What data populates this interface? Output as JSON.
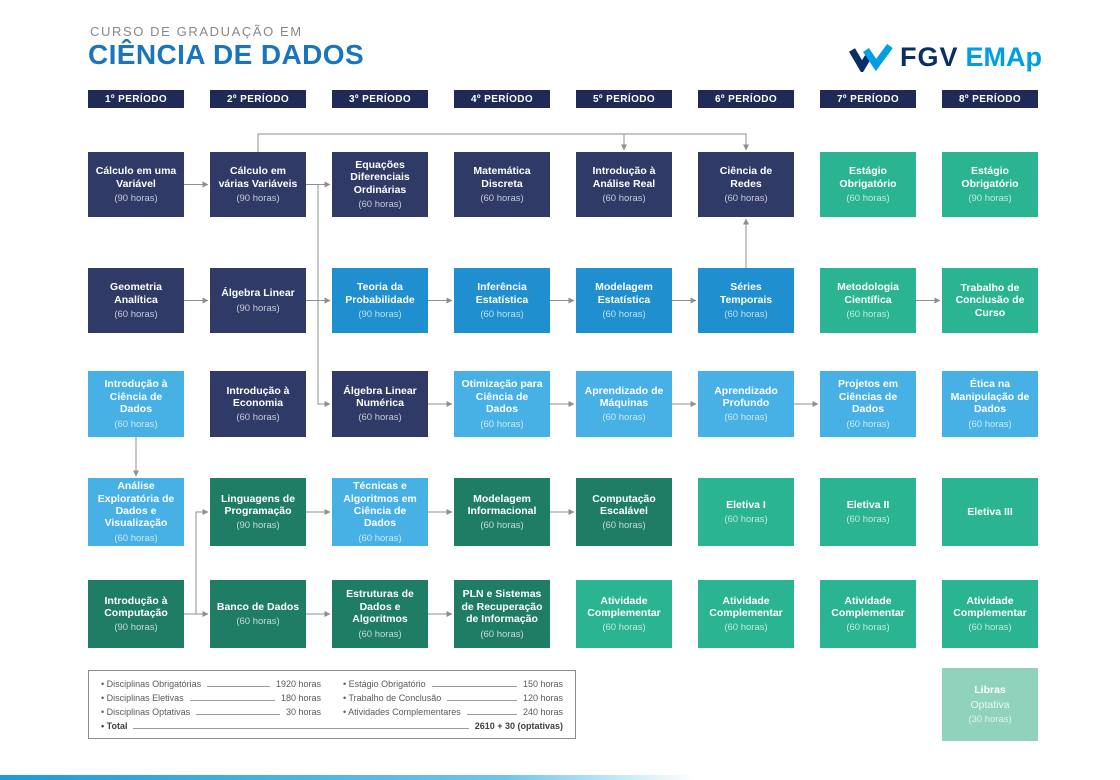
{
  "header": {
    "kicker": "CURSO DE GRADUAÇÃO EM",
    "title": "CIÊNCIA DE DADOS",
    "logo_fgv": "FGV",
    "logo_emap": "EMAp"
  },
  "periods": [
    "1º PERÍODO",
    "2º PERÍODO",
    "3º PERÍODO",
    "4º PERÍODO",
    "5º PERÍODO",
    "6º PERÍODO",
    "7º PERÍODO",
    "8º PERÍODO"
  ],
  "colors": {
    "navy": "#303A66",
    "blue": "#1F8FD0",
    "lightblue": "#47B0E5",
    "teal": "#1F7D66",
    "green": "#2AB491",
    "lightgreen": "#8FD3BD",
    "period": "#1F2A56",
    "title_blue": "#1B75BC",
    "arrow": "#8B9094"
  },
  "courses": [
    {
      "id": "calc1",
      "col": 0,
      "row": 0,
      "color": "navy",
      "title": "Cálculo em uma Variável",
      "hours": "(90 horas)"
    },
    {
      "id": "calc2",
      "col": 1,
      "row": 0,
      "color": "navy",
      "title": "Cálculo em várias Variáveis",
      "hours": "(90 horas)"
    },
    {
      "id": "edo",
      "col": 2,
      "row": 0,
      "color": "navy",
      "title": "Equações Diferenciais Ordinárias",
      "hours": "(60 horas)"
    },
    {
      "id": "matdisc",
      "col": 3,
      "row": 0,
      "color": "navy",
      "title": "Matemática Discreta",
      "hours": "(60 horas)"
    },
    {
      "id": "real",
      "col": 4,
      "row": 0,
      "color": "navy",
      "title": "Introdução à Análise Real",
      "hours": "(60 horas)"
    },
    {
      "id": "redes",
      "col": 5,
      "row": 0,
      "color": "navy",
      "title": "Ciência de Redes",
      "hours": "(60 horas)"
    },
    {
      "id": "est7",
      "col": 6,
      "row": 0,
      "color": "green",
      "title": "Estágio Obrigatório",
      "hours": "(60 horas)"
    },
    {
      "id": "est8",
      "col": 7,
      "row": 0,
      "color": "green",
      "title": "Estágio Obrigatório",
      "hours": "(90 horas)"
    },
    {
      "id": "geo",
      "col": 0,
      "row": 1,
      "color": "navy",
      "title": "Geometria Analítica",
      "hours": "(60 horas)"
    },
    {
      "id": "alglin",
      "col": 1,
      "row": 1,
      "color": "navy",
      "title": "Álgebra Linear",
      "hours": "(90 horas)"
    },
    {
      "id": "prob",
      "col": 2,
      "row": 1,
      "color": "blue",
      "title": "Teoria da Probabilidade",
      "hours": "(90 horas)"
    },
    {
      "id": "infer",
      "col": 3,
      "row": 1,
      "color": "blue",
      "title": "Inferência Estatística",
      "hours": "(60 horas)"
    },
    {
      "id": "modest",
      "col": 4,
      "row": 1,
      "color": "blue",
      "title": "Modelagem Estatística",
      "hours": "(60 horas)"
    },
    {
      "id": "series",
      "col": 5,
      "row": 1,
      "color": "blue",
      "title": "Séries Temporais",
      "hours": "(60 horas)"
    },
    {
      "id": "metcien",
      "col": 6,
      "row": 1,
      "color": "green",
      "title": "Metodologia Científica",
      "hours": "(60 horas)"
    },
    {
      "id": "tcc",
      "col": 7,
      "row": 1,
      "color": "green",
      "title": "Trabalho de Conclusão de Curso",
      "hours": ""
    },
    {
      "id": "icd",
      "col": 0,
      "row": 2,
      "color": "lightblue",
      "title": "Introdução à Ciência de Dados",
      "hours": "(60 horas)"
    },
    {
      "id": "econ",
      "col": 1,
      "row": 2,
      "color": "navy",
      "title": "Introdução à Economia",
      "hours": "(60 horas)"
    },
    {
      "id": "algnum",
      "col": 2,
      "row": 2,
      "color": "navy",
      "title": "Álgebra Linear Numérica",
      "hours": "(60 horas)"
    },
    {
      "id": "otim",
      "col": 3,
      "row": 2,
      "color": "lightblue",
      "title": "Otimização para Ciência de Dados",
      "hours": "(60 horas)"
    },
    {
      "id": "am",
      "col": 4,
      "row": 2,
      "color": "lightblue",
      "title": "Aprendizado de Máquinas",
      "hours": "(60 horas)"
    },
    {
      "id": "ap",
      "col": 5,
      "row": 2,
      "color": "lightblue",
      "title": "Aprendizado Profundo",
      "hours": "(60 horas)"
    },
    {
      "id": "proj",
      "col": 6,
      "row": 2,
      "color": "lightblue",
      "title": "Projetos em Ciências de Dados",
      "hours": "(60 horas)"
    },
    {
      "id": "etica",
      "col": 7,
      "row": 2,
      "color": "lightblue",
      "title": "Ética na Manipulação de Dados",
      "hours": "(60 horas)"
    },
    {
      "id": "aed",
      "col": 0,
      "row": 3,
      "color": "lightblue",
      "title": "Análise Exploratória de Dados e Visualização",
      "hours": "(60 horas)"
    },
    {
      "id": "lp",
      "col": 1,
      "row": 3,
      "color": "teal",
      "title": "Linguagens de Programação",
      "hours": "(90 horas)"
    },
    {
      "id": "tacd",
      "col": 2,
      "row": 3,
      "color": "lightblue",
      "title": "Técnicas e Algoritmos em Ciência de Dados",
      "hours": "(60 horas)"
    },
    {
      "id": "modinf",
      "col": 3,
      "row": 3,
      "color": "teal",
      "title": "Modelagem Informacional",
      "hours": "(60 horas)"
    },
    {
      "id": "compesc",
      "col": 4,
      "row": 3,
      "color": "teal",
      "title": "Computação Escalável",
      "hours": "(60 horas)"
    },
    {
      "id": "ele1",
      "col": 5,
      "row": 3,
      "color": "green",
      "title": "Eletiva I",
      "hours": "(60 horas)"
    },
    {
      "id": "ele2",
      "col": 6,
      "row": 3,
      "color": "green",
      "title": "Eletiva II",
      "hours": "(60 horas)"
    },
    {
      "id": "ele3",
      "col": 7,
      "row": 3,
      "color": "green",
      "title": "Eletiva III",
      "hours": ""
    },
    {
      "id": "icomp",
      "col": 0,
      "row": 4,
      "color": "teal",
      "title": "Introdução à Computação",
      "hours": "(90 horas)"
    },
    {
      "id": "bd",
      "col": 1,
      "row": 4,
      "color": "teal",
      "title": "Banco de Dados",
      "hours": "(60 horas)"
    },
    {
      "id": "eda",
      "col": 2,
      "row": 4,
      "color": "teal",
      "title": "Estruturas de Dados e Algoritmos",
      "hours": "(60 horas)"
    },
    {
      "id": "pln",
      "col": 3,
      "row": 4,
      "color": "teal",
      "title": "PLN e Sistemas de Recuperação de Informação",
      "hours": "(60 horas)"
    },
    {
      "id": "ac5",
      "col": 4,
      "row": 4,
      "color": "green",
      "title": "Atividade Complementar",
      "hours": "(60 horas)"
    },
    {
      "id": "ac6",
      "col": 5,
      "row": 4,
      "color": "green",
      "title": "Atividade Complementar",
      "hours": "(60 horas)"
    },
    {
      "id": "ac7",
      "col": 6,
      "row": 4,
      "color": "green",
      "title": "Atividade Complementar",
      "hours": "(60 horas)"
    },
    {
      "id": "ac8",
      "col": 7,
      "row": 4,
      "color": "green",
      "title": "Atividade Complementar",
      "hours": "(60 horas)"
    },
    {
      "id": "libras",
      "col": 7,
      "row": 5,
      "color": "lightgreen",
      "title": "Libras",
      "subtitle": "Optativa",
      "hours": "(30 horas)"
    }
  ],
  "edges": [
    {
      "from": "calc1",
      "to": "calc2"
    },
    {
      "from": "calc2",
      "to": "edo"
    },
    {
      "from": "calc2",
      "to": "real"
    },
    {
      "from": "calc2",
      "to": "redes"
    },
    {
      "from": "geo",
      "to": "alglin"
    },
    {
      "from": "alglin",
      "to": "prob"
    },
    {
      "from": "calc2",
      "to": "prob"
    },
    {
      "from": "alglin",
      "to": "algnum"
    },
    {
      "from": "prob",
      "to": "infer"
    },
    {
      "from": "infer",
      "to": "modest"
    },
    {
      "from": "modest",
      "to": "series"
    },
    {
      "from": "series",
      "to": "redes"
    },
    {
      "from": "algnum",
      "to": "otim"
    },
    {
      "from": "otim",
      "to": "am"
    },
    {
      "from": "am",
      "to": "ap"
    },
    {
      "from": "ap",
      "to": "proj"
    },
    {
      "from": "metcien",
      "to": "tcc"
    },
    {
      "from": "icd",
      "to": "aed"
    },
    {
      "from": "icomp",
      "to": "lp"
    },
    {
      "from": "lp",
      "to": "tacd"
    },
    {
      "from": "tacd",
      "to": "modinf"
    },
    {
      "from": "modinf",
      "to": "compesc"
    },
    {
      "from": "icomp",
      "to": "bd"
    },
    {
      "from": "bd",
      "to": "eda"
    },
    {
      "from": "eda",
      "to": "pln"
    }
  ],
  "legend": {
    "left": [
      {
        "label": "• Disciplinas Obrigatórias",
        "value": "1920 horas"
      },
      {
        "label": "• Disciplinas Eletivas",
        "value": "180 horas"
      },
      {
        "label": "• Disciplinas Optativas",
        "value": "30 horas"
      }
    ],
    "right": [
      {
        "label": "• Estágio Obrigatório",
        "value": "150 horas"
      },
      {
        "label": "• Trabalho de Conclusão",
        "value": "120 horas"
      },
      {
        "label": "• Atividades Complementares",
        "value": "240 horas"
      }
    ],
    "total_label": "• Total",
    "total_value": "2610 + 30 (optativas)"
  }
}
